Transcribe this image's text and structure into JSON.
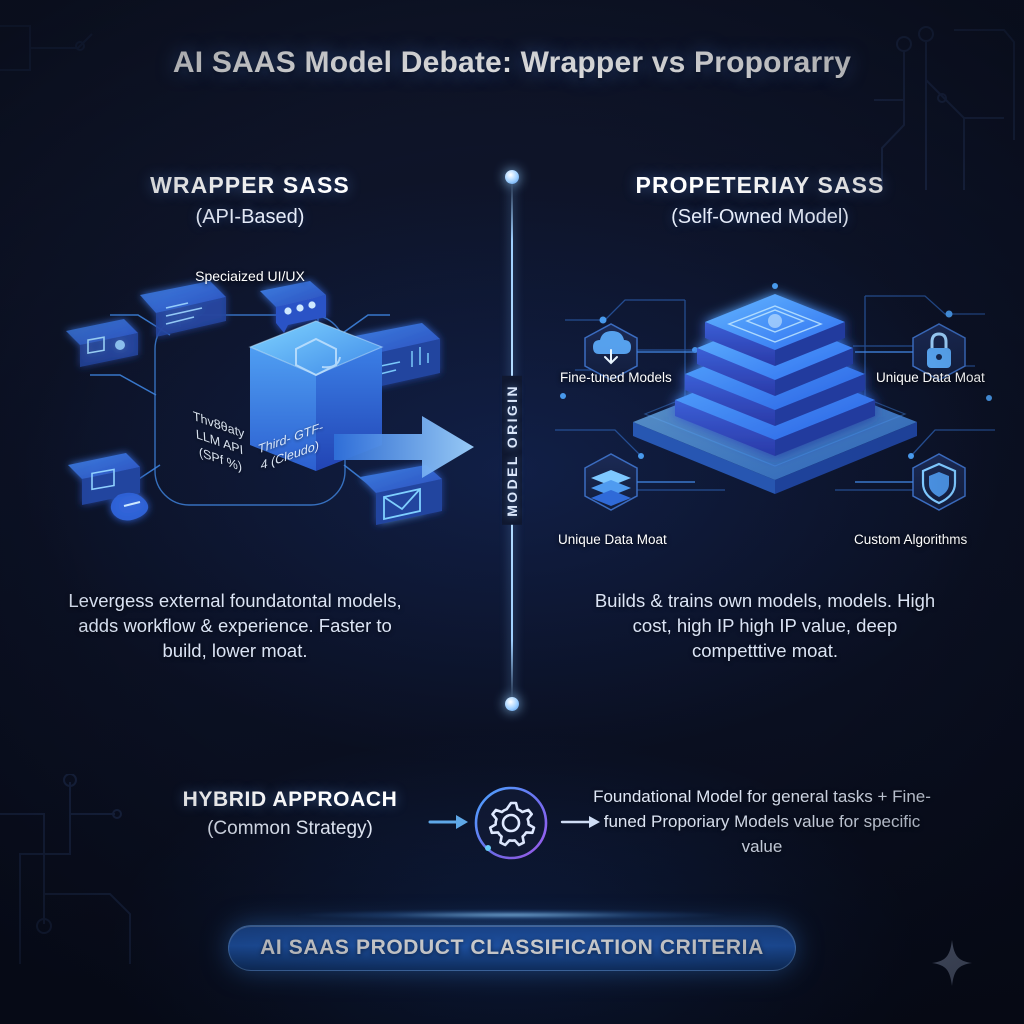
{
  "title": "AI SAAS Model Debate: Wrapper vs Proporarry",
  "columns": {
    "left": {
      "heading": "WRAPPER SASS",
      "subheading": "(API-Based)",
      "cube_face_left": "Thv8θaty LLM API (SPf %)",
      "cube_face_right": "Third- GTF-4 (Cleudo)",
      "art_caption": "Speciaized UI/UX",
      "description": "Levergess external foundatontal models, adds workflow & experience. Faster to build, lower moat."
    },
    "right": {
      "heading": "PROPETERIAY SASS",
      "subheading": "(Self-Owned Model)",
      "labels": [
        "Fine-tuned Models",
        "Unique Data Moat",
        "Unique Data Moat",
        "Custom Algorithms"
      ],
      "icons": [
        "cloud-download-icon",
        "lock-icon",
        "database-layers-icon",
        "shield-check-icon"
      ],
      "description": "Builds & trains own models, models. High cost, high IP high IP value, deep competttive moat."
    }
  },
  "divider": {
    "label": "MODEL ORIGIN"
  },
  "hybrid": {
    "heading": "HYBRID APPROACH",
    "subheading": "(Common Strategy)",
    "icon": "gear-icon",
    "description": "Foundational Model for general tasks + Fine-funed Proporiary Models value for specific value"
  },
  "banner": {
    "text": "AI SAAS PRODUCT CLASSIFICATION CRITERIA"
  },
  "colors": {
    "background": "#0b1020",
    "accent_blue": "#2f7ff0",
    "bright_blue": "#4da3ff",
    "cube_blue": "#3a6fe0",
    "banner_blue": "#2463c6",
    "text_primary": "#ffffff",
    "text_secondary": "#dbe4f5",
    "divider_glow": "#bfe2ff",
    "hybrid_ring_purple": "#8b5cf6"
  }
}
